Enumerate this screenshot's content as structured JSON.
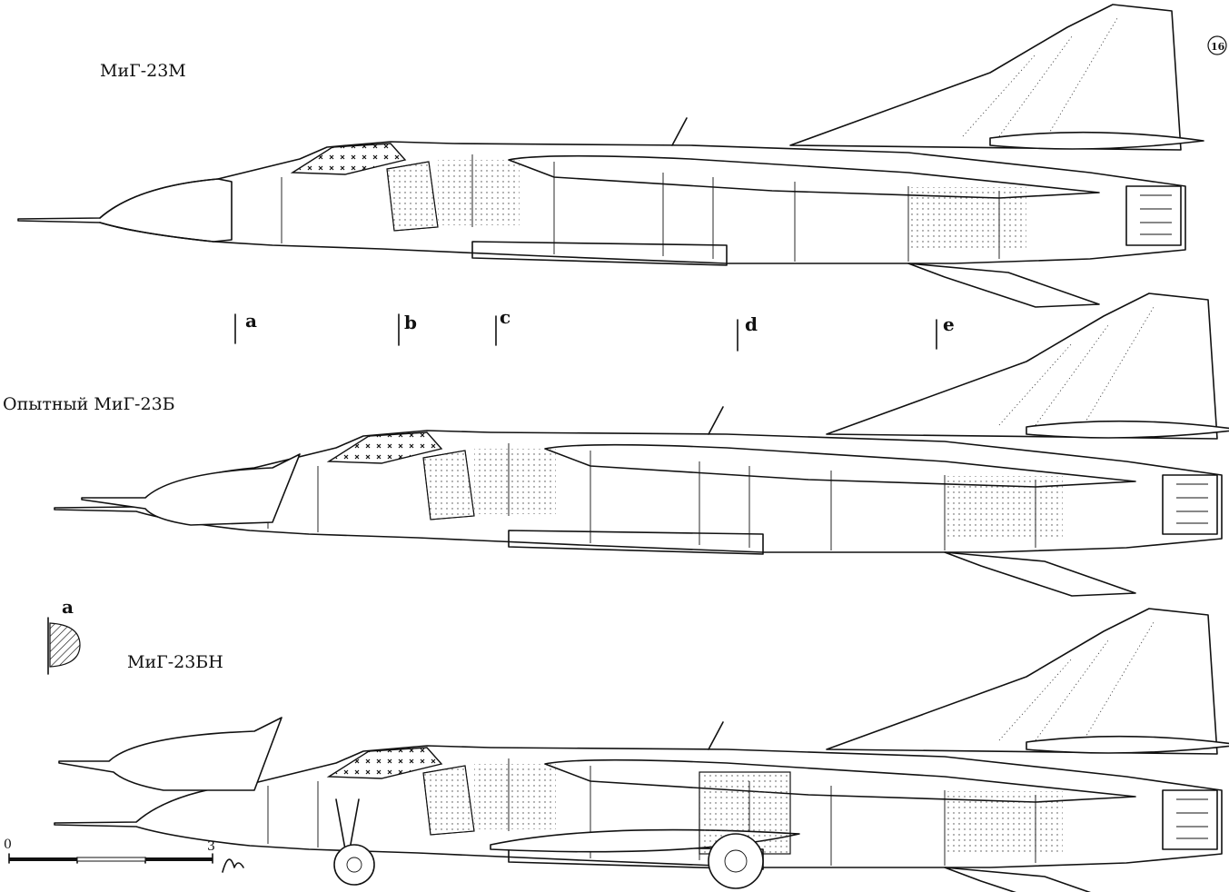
{
  "views": [
    {
      "title": "МиГ-23М"
    },
    {
      "title": "Опытный МиГ-23Б"
    },
    {
      "title": "МиГ-23БН"
    }
  ],
  "sections": [
    "a",
    "b",
    "c",
    "d",
    "e"
  ],
  "section_detail": {
    "label": "a"
  },
  "scale": {
    "start": "0",
    "end": "3"
  },
  "page_number": "16"
}
